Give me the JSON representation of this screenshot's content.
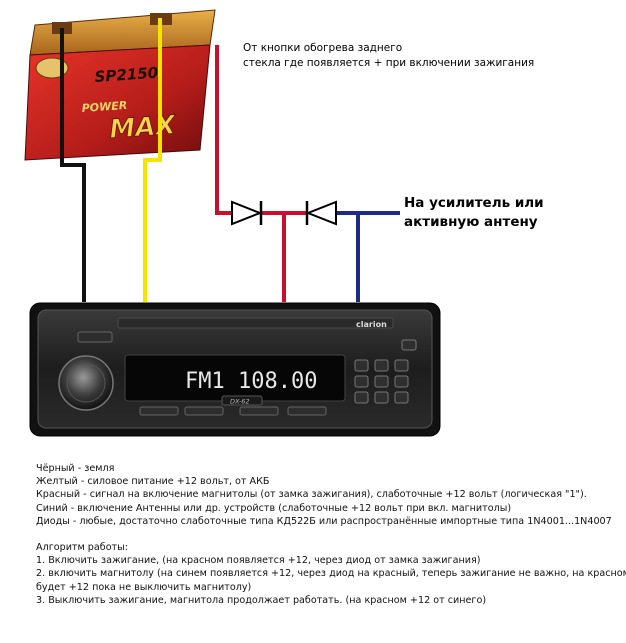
{
  "battery": {
    "model": "SP2150",
    "brand_line1": "POWER",
    "brand_line2": "MAX"
  },
  "radio": {
    "brand": "clarion",
    "display_text": "FM1 108.00",
    "model": "DX-62"
  },
  "labels": {
    "red_source": [
      "От кнопки обогрева заднего",
      "стекла  где появляется + при включении зажигания"
    ],
    "blue_target": [
      "На усилитель или",
      "активную антену"
    ]
  },
  "legend": {
    "lines": [
      "Чёрный - земля",
      "Желтый - силовое питание +12 вольт, от АКБ",
      "Красный - сигнал на включение магнитолы (от замка зажигания), слаботочные +12 вольт (логическая \"1\").",
      "Синий - включение Антенны или др. устройств (слаботочные +12 вольт при вкл. магнитолы)",
      "Диоды - любые, достаточно слаботочные типа КД522Б или распространённые импортные типа 1N4001...1N4007"
    ],
    "algorithm_title": "Алгоритм работы:",
    "steps": [
      "1. Включить зажигание, (на красном появляется +12, через диод от замка зажигания)",
      "2. включить магнитолу (на синем появляется +12, через диод на красный, теперь зажигание не важно, на красном",
      "будет +12 пока не выключить магнитолу)",
      "3. Выключить зажигание, магнитола продолжает работать. (на красном +12 от синего)"
    ]
  },
  "colors": {
    "ground_wire": "#111111",
    "power_wire": "#f5e400",
    "signal_wire": "#c8102e",
    "antenna_wire": "#1c2a8c"
  }
}
